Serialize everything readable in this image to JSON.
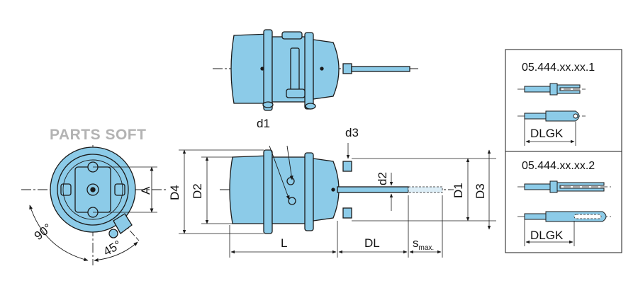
{
  "watermark": "PARTS SOFT",
  "dimension_labels": {
    "d1": "d1",
    "d2": "d2",
    "d3": "d3",
    "D1": "D1",
    "D2": "D2",
    "D3": "D3",
    "D4": "D4",
    "A": "A",
    "L": "L",
    "DL": "DL",
    "s": "s",
    "s_sub": "max."
  },
  "angles": {
    "angle_90": "90°",
    "angle_45": "45°"
  },
  "variants": [
    {
      "code": "05.444.xx.xx.1",
      "dim_label": "DLGK"
    },
    {
      "code": "05.444.xx.xx.2",
      "dim_label": "DLGK"
    }
  ],
  "colors": {
    "body_fill": "#8ccbe8",
    "line": "#1a1a1a",
    "background": "#ffffff"
  }
}
